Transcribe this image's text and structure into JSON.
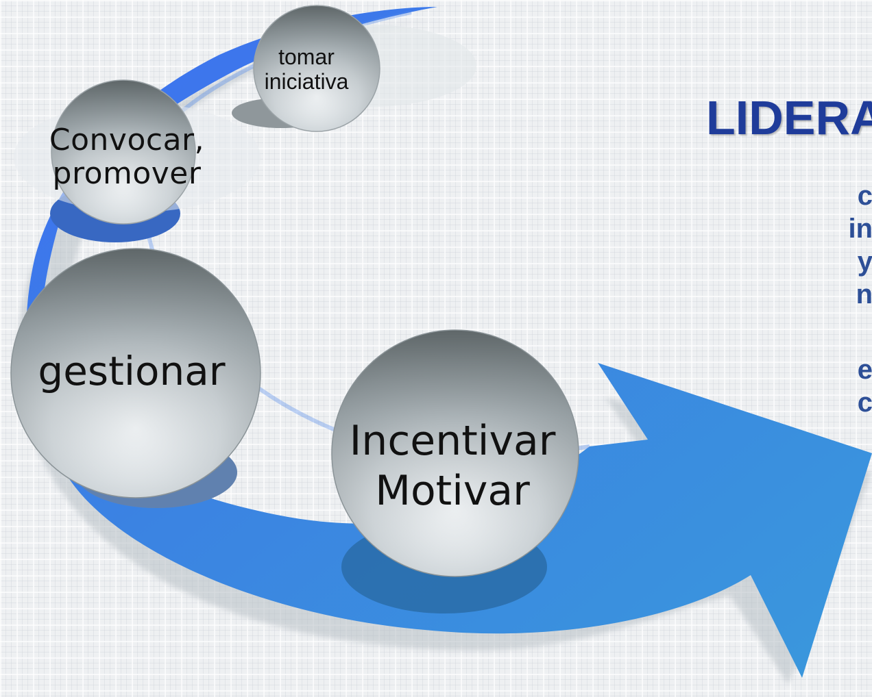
{
  "diagram": {
    "nodes": [
      {
        "id": "tomar",
        "lines": [
          "tomar",
          "iniciativa"
        ]
      },
      {
        "id": "convocar",
        "lines": [
          "Convocar,",
          "promover"
        ]
      },
      {
        "id": "gestionar",
        "lines": [
          "gestionar"
        ]
      },
      {
        "id": "incentivar",
        "lines": [
          "Incentivar",
          "Motivar"
        ]
      }
    ],
    "title": "LIDERA",
    "body_lines_a": [
      "c",
      "in",
      "y",
      "n"
    ],
    "body_lines_b": [
      "e",
      "c"
    ],
    "colors": {
      "arrow_dark": "#3d6ff0",
      "arrow_light": "#3c93dc",
      "title": "#1f3c9a",
      "body_text": "#2d4f97"
    }
  }
}
